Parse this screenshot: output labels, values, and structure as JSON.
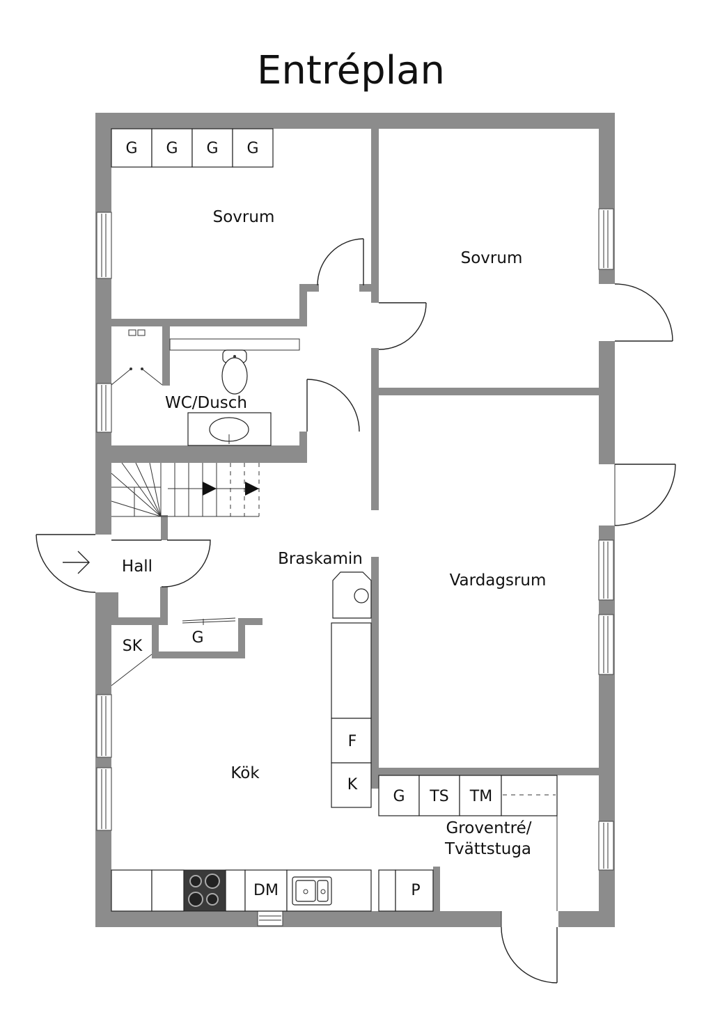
{
  "title": "Entréplan",
  "rooms": {
    "sovrum_1": "Sovrum",
    "sovrum_2": "Sovrum",
    "wc": "WC/Dusch",
    "hall": "Hall",
    "braskamin": "Braskamin",
    "vardagsrum": "Vardagsrum",
    "kok": "Kök",
    "groventre_line1": "Groventré/",
    "groventre_line2": "Tvättstuga"
  },
  "fixtures": {
    "wardrobe": "G",
    "sk": "SK",
    "f": "F",
    "k": "K",
    "ts": "TS",
    "tm": "TM",
    "dm": "DM",
    "p": "P"
  },
  "colors": {
    "wall": "#8c8c8c",
    "line": "#222222",
    "background": "#ffffff"
  }
}
